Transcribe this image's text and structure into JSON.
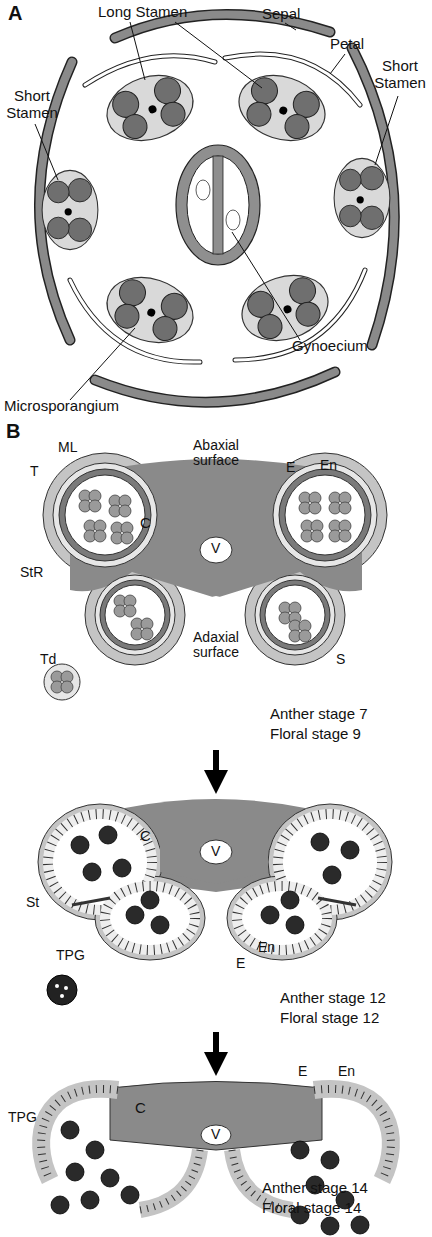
{
  "diagram": {
    "labels": [
      "A",
      "Long Stamen",
      "Sepal",
      "Petal",
      "Short Stamen",
      "Short Stamen",
      "Gynoecium",
      "Microsporangium",
      "B",
      "ML",
      "T",
      "Abaxial surface",
      "E",
      "En",
      "C",
      "V",
      "StR",
      "S",
      "Td",
      "Adaxial surface",
      "Anther stage 7",
      "Floral stage 9",
      "St",
      "C",
      "V",
      "TPG",
      "E",
      "En",
      "Anther stage 12",
      "Floral stage 12",
      "E",
      "En",
      "C",
      "V",
      "TPG",
      "Anther stage 14",
      "Floral stage 14"
    ]
  }
}
